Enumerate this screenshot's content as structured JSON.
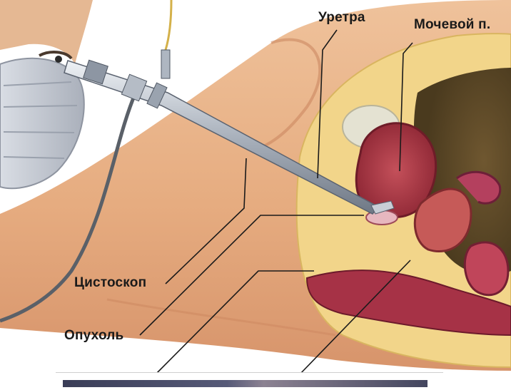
{
  "labels": {
    "urethra": "Уретра",
    "bladder": "Мочевой п.",
    "cystoscope": "Цистоскоп",
    "tumor": "Опухоль"
  },
  "icons": {
    "surgeon": "surgeon-head-icon",
    "cystoscope": "cystoscope-icon"
  },
  "colors": {
    "skin": "#e9b48a",
    "mask": "#c8ccd4",
    "fat": "#f2d58a",
    "tissue": "#b8404a",
    "label_text": "#1a1a1a"
  }
}
